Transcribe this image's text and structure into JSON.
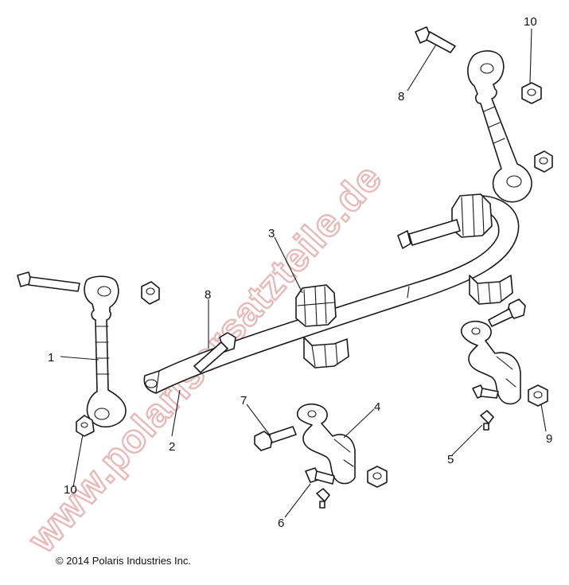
{
  "watermark": "www.polarisersatzteile.de",
  "copyright": "© 2014 Polaris Industries Inc.",
  "callouts": [
    {
      "id": "c1",
      "label": "1"
    },
    {
      "id": "c2",
      "label": "2"
    },
    {
      "id": "c3",
      "label": "3"
    },
    {
      "id": "c4",
      "label": "4"
    },
    {
      "id": "c5",
      "label": "5"
    },
    {
      "id": "c6",
      "label": "6"
    },
    {
      "id": "c7",
      "label": "7"
    },
    {
      "id": "c8a",
      "label": "8"
    },
    {
      "id": "c8b",
      "label": "8"
    },
    {
      "id": "c9",
      "label": "9"
    },
    {
      "id": "c10a",
      "label": "10"
    },
    {
      "id": "c10b",
      "label": "10"
    }
  ],
  "colors": {
    "line": "#1a1a1a",
    "watermark": "#e7b9b9",
    "background": "#ffffff"
  }
}
